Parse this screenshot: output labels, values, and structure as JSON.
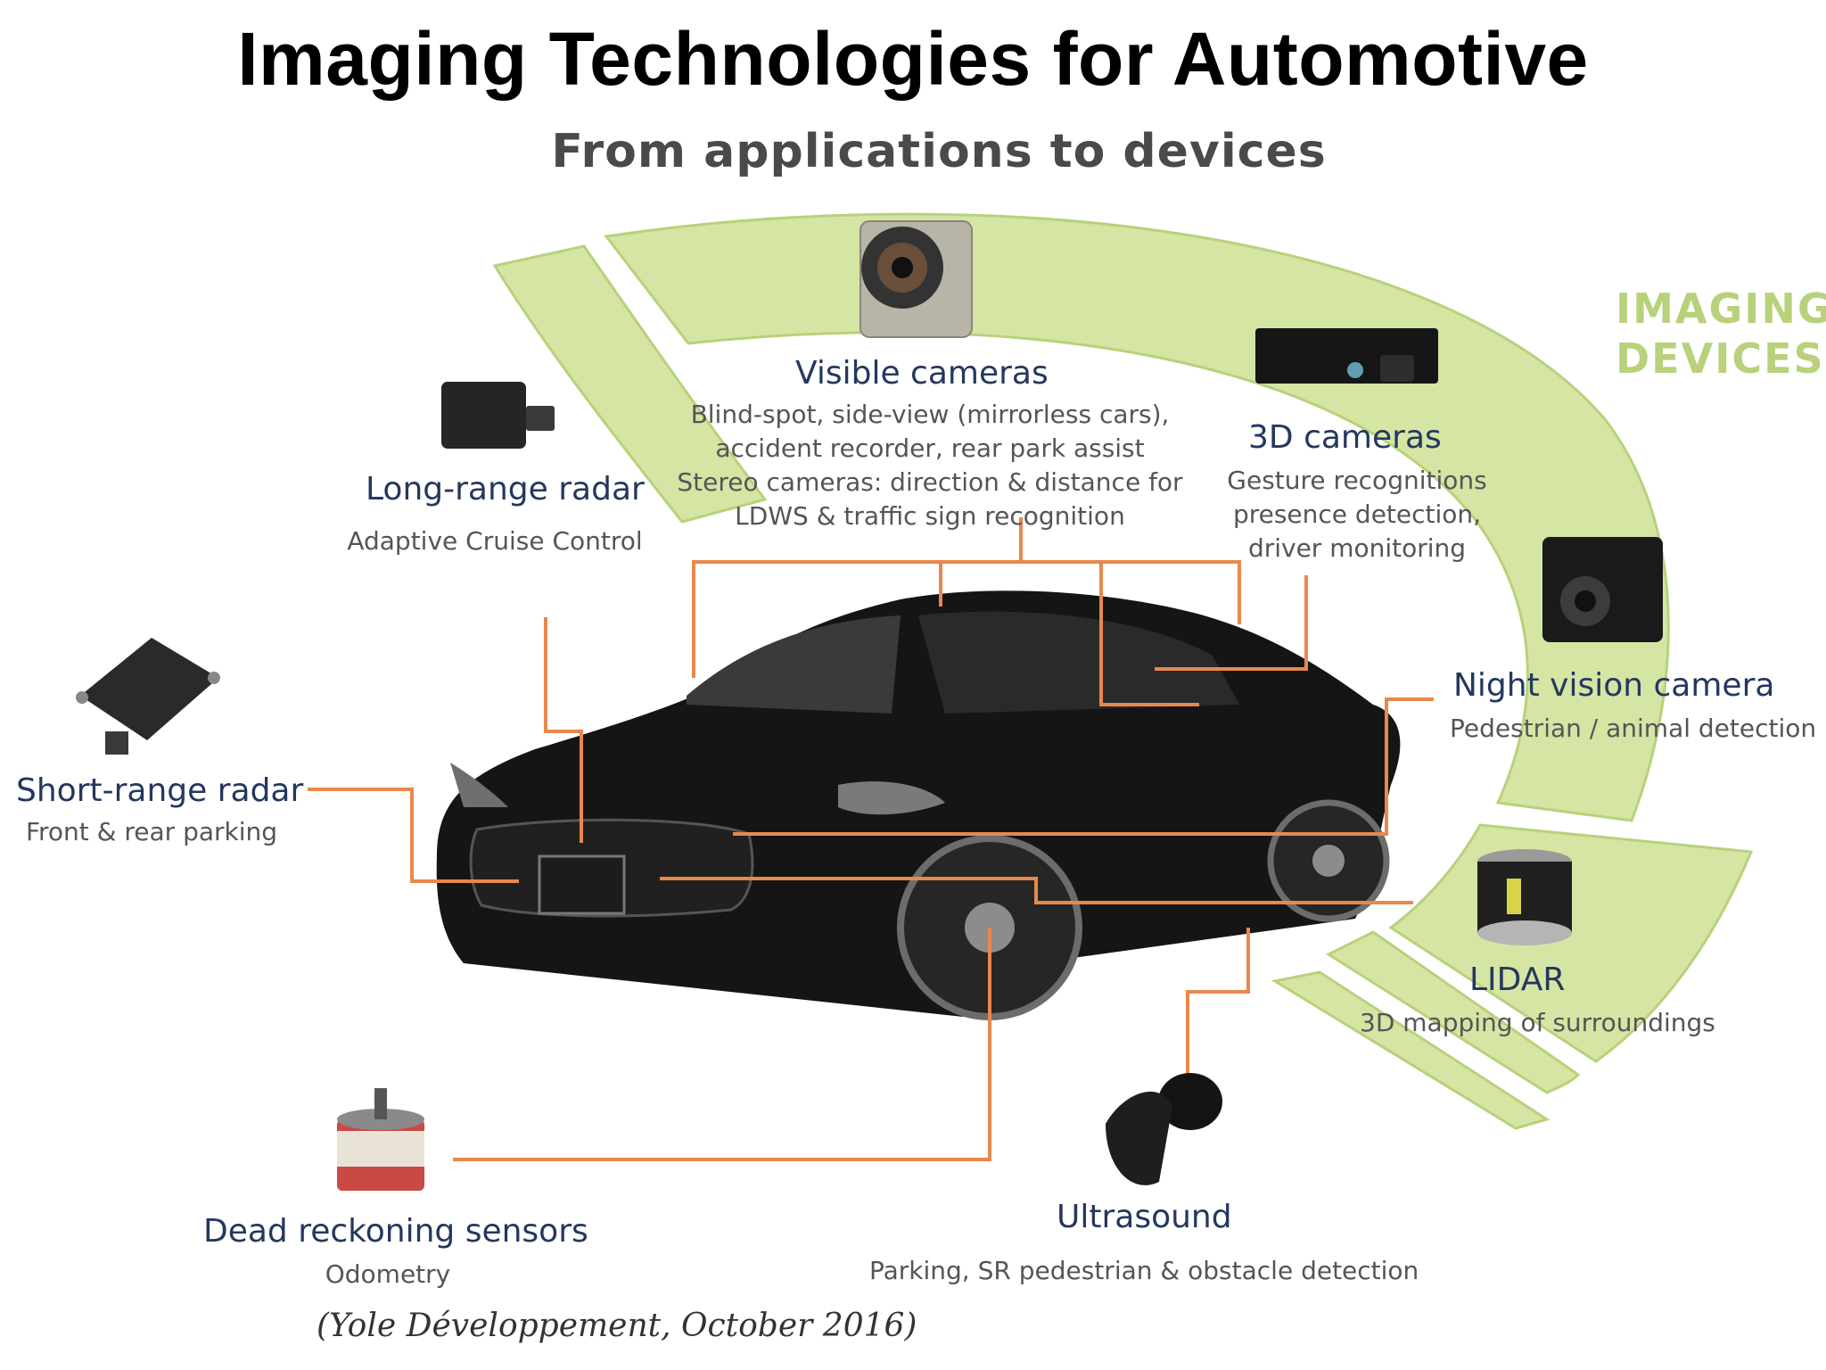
{
  "title": "Imaging Technologies for Automotive",
  "subtitle": "From applications to devices",
  "devices_label": {
    "line1": "IMAGING",
    "line2": "DEVICES"
  },
  "colors": {
    "arc": "#d5e5a4",
    "arc_stroke": "#b7d27b",
    "connector": "#e8884c",
    "label": "#24385e",
    "car": "#141414"
  },
  "sensors": [
    {
      "name": "Visible cameras",
      "desc": [
        "Blind-spot, side-view (mirrorless cars),",
        "accident recorder, rear park assist",
        "Stereo cameras: direction & distance for",
        "LDWS & traffic sign recognition"
      ],
      "icon": "camera-module-icon"
    },
    {
      "name": "3D cameras",
      "desc": [
        "Gesture recognitions",
        "presence detection,",
        "driver monitoring"
      ],
      "icon": "3d-camera-bar-icon"
    },
    {
      "name": "Long-range radar",
      "desc": [
        "Adaptive Cruise Control"
      ],
      "icon": "long-range-radar-icon"
    },
    {
      "name": "Short-range radar",
      "desc": [
        "Front & rear parking"
      ],
      "icon": "short-range-radar-icon"
    },
    {
      "name": "Night vision camera",
      "desc": [
        "Pedestrian / animal detection"
      ],
      "icon": "night-vision-camera-icon"
    },
    {
      "name": "LIDAR",
      "desc": [
        "3D mapping of surroundings"
      ],
      "icon": "lidar-icon"
    },
    {
      "name": "Ultrasound",
      "desc": [
        "Parking, SR pedestrian & obstacle detection"
      ],
      "icon": "ultrasound-sensor-icon"
    },
    {
      "name": "Dead reckoning sensors",
      "desc": [
        "Odometry"
      ],
      "icon": "encoder-icon"
    }
  ],
  "credit": "(Yole Développement, October 2016)"
}
